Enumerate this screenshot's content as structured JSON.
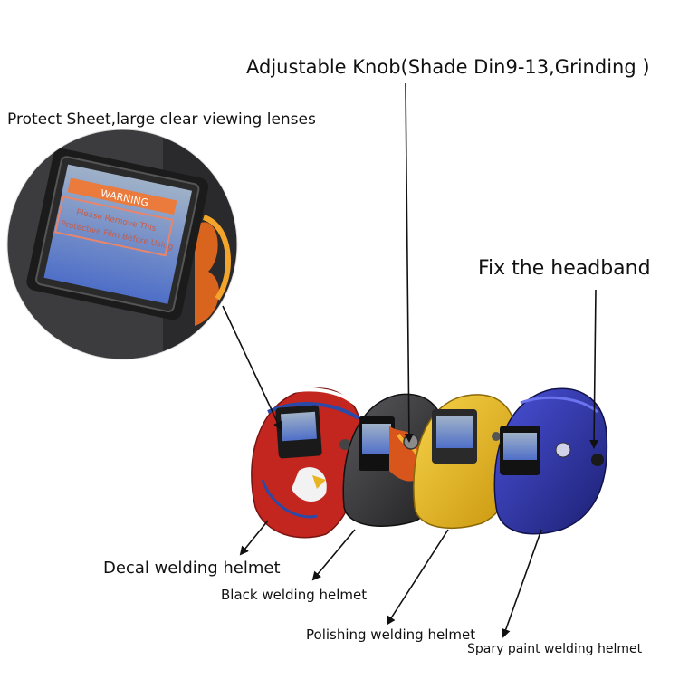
{
  "labels": {
    "knob": "Adjustable Knob(Shade Din9-13,Grinding )",
    "sheet": "Protect Sheet,large clear viewing lenses",
    "headband": "Fix the headband",
    "decal": "Decal welding helmet",
    "black": "Black welding helmet",
    "polishing": "Polishing welding helmet",
    "spray": "Spary paint welding helmet"
  },
  "zoom_sticker": {
    "warning": "WARNING",
    "line1": "Please Remove This",
    "line2": "Protective Film Before Using"
  },
  "colors": {
    "decal_red": "#c2261f",
    "black_shell": "#3a3a3c",
    "yellow_shell": "#e9b818",
    "blue_shell": "#2b2f9e",
    "lens": "#5b7fd0",
    "arrow": "#111111"
  }
}
